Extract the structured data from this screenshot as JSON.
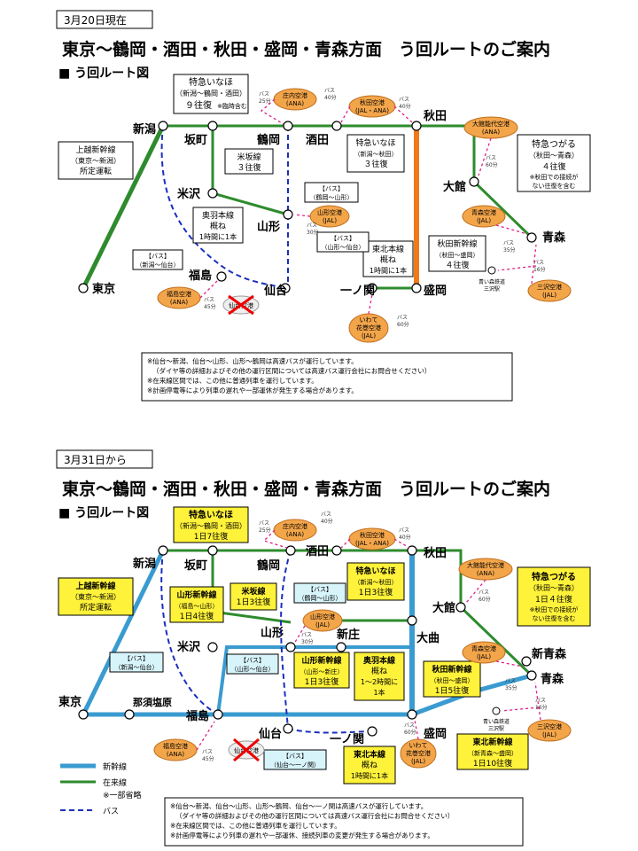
{
  "p1": {
    "date": "3月20日現在",
    "title": "東京～鶴岡・酒田・秋田・盛岡・青森方面　う回ルートのご案内",
    "subtitle": "■ う回ルート図",
    "stations": {
      "niigata": "新潟",
      "sakamachi": "坂町",
      "tsuruoka": "鶴岡",
      "sakata": "酒田",
      "akita": "秋田",
      "yonezawa": "米沢",
      "yamagata": "山形",
      "odate": "大館",
      "aomori": "青森",
      "tokyo": "東京",
      "fukushima": "福島",
      "sendai": "仙台",
      "ichinoseki": "一ノ関",
      "morioka": "盛岡"
    },
    "joetsu": [
      "上越新幹線",
      "（東京～新潟）",
      "所定運転"
    ],
    "inaho": [
      "特急いなほ",
      "（新潟～鶴岡・酒田）",
      "９往復",
      "※臨時含む"
    ],
    "inaho2": [
      "特急いなほ",
      "（新潟～秋田）",
      "３往復"
    ],
    "yonesaka": [
      "米坂線",
      "３往復"
    ],
    "ou": [
      "奥羽本線",
      "概ね",
      "1時間に1本"
    ],
    "tsugaru": [
      "特急つがる",
      "（秋田～青森）",
      "４往復",
      "※秋田での接続が",
      "ない往復を含む"
    ],
    "akitashin": [
      "秋田新幹線",
      "（秋田～盛岡）",
      "４往復"
    ],
    "tohoku": [
      "東北本線",
      "概ね",
      "1時間に1本"
    ],
    "bus_ty": [
      "【バス】",
      "（鶴岡～山形）"
    ],
    "bus_ys": [
      "【バス】",
      "（山形～仙台）"
    ],
    "bus_ns": [
      "【バス】",
      "（新潟～仙台）"
    ],
    "airports": {
      "shonai": [
        "庄内空港",
        "(ANA)"
      ],
      "akita": [
        "秋田空港",
        "(JAL・ANA)"
      ],
      "yamagata": [
        "山形空港",
        "(JAL)"
      ],
      "odatenoshiro": [
        "大館能代空港",
        "(ANA)"
      ],
      "aomori": [
        "青森空港",
        "(JAL)"
      ],
      "misawa": [
        "三沢空港",
        "(JAL)"
      ],
      "hanamaki": [
        "いわて",
        "花巻空港",
        "(JAL)"
      ],
      "fukushima": [
        "福島空港",
        "(ANA)"
      ],
      "sendai": [
        "仙台空港"
      ]
    },
    "bus_times": {
      "a": [
        "バス",
        "25分"
      ],
      "b": [
        "バス",
        "40分"
      ],
      "c": [
        "バス",
        "40分"
      ],
      "d": [
        "バス",
        "60分"
      ],
      "e": [
        "バス",
        "30分"
      ],
      "f": [
        "バス",
        "35分"
      ],
      "g": [
        "バス",
        "16分"
      ],
      "h": [
        "バス",
        "45分"
      ],
      "i": [
        "バス",
        "60分"
      ]
    },
    "misawa_stn": [
      "青い森鉄道",
      "三沢駅"
    ],
    "notes": [
      "※仙台～新潟、仙台～山形、山形～鶴岡は高速バスが運行しています。",
      "（ダイヤ等の詳細およびその他の運行区間については高速バス運行会社にお問合せください）",
      "※在来線区間では、この他に普通列車を運行しています。",
      "※計画停電等により列車の遅れや一部運休が発生する場合があります。"
    ]
  },
  "p2": {
    "date": "3月31日から",
    "title": "東京～鶴岡・酒田・秋田・盛岡・青森方面　う回ルートのご案内",
    "subtitle": "■ う回ルート図",
    "stations": {
      "niigata": "新潟",
      "sakamachi": "坂町",
      "tsuruoka": "鶴岡",
      "sakata": "酒田",
      "akita": "秋田",
      "yonezawa": "米沢",
      "yamagata": "山形",
      "shinjo": "新庄",
      "omagari": "大曲",
      "odate": "大館",
      "shinaomori": "新青森",
      "aomori": "青森",
      "tokyo": "東京",
      "nasushiobara": "那須塩原",
      "fukushima": "福島",
      "sendai": "仙台",
      "ichinoseki": "一ノ関",
      "morioka": "盛岡"
    },
    "joetsu": [
      "上越新幹線",
      "（東京～新潟）",
      "所定運転"
    ],
    "inaho": [
      "特急いなほ",
      "（新潟～鶴岡・酒田）",
      "1日7往復"
    ],
    "inaho2": [
      "特急いなほ",
      "（新潟～秋田）",
      "1日3往復"
    ],
    "yonesaka": [
      "米坂線",
      "1日3往復"
    ],
    "yamashin1": [
      "山形新幹線",
      "（福島～山形）",
      "1日4往復"
    ],
    "yamashin2": [
      "山形新幹線",
      "（山形～新庄）",
      "1日3往復"
    ],
    "ou": [
      "奥羽本線",
      "概ね",
      "1～2時間に",
      "1本"
    ],
    "tsugaru": [
      "特急つがる",
      "（秋田～青森）",
      "1日４往復",
      "※秋田での接続が",
      "ない往復を含む"
    ],
    "akitashin": [
      "秋田新幹線",
      "（秋田～盛岡）",
      "1日5往復"
    ],
    "tohokushin": [
      "東北新幹線",
      "（新青森～盛岡）",
      "1日10往復"
    ],
    "tohoku": [
      "東北本線",
      "概ね",
      "1時間に1本"
    ],
    "bus_ty": [
      "【バス】",
      "（鶴岡～山形）"
    ],
    "bus_ys": [
      "【バス】",
      "（山形～仙台）"
    ],
    "bus_ns": [
      "【バス】",
      "（新潟～仙台）"
    ],
    "bus_si": [
      "【バス】",
      "（仙台～一ノ関）"
    ],
    "airports": {
      "shonai": [
        "庄内空港",
        "(ANA)"
      ],
      "akita": [
        "秋田空港",
        "(JAL・ANA)"
      ],
      "yamagata": [
        "山形空港",
        "(JAL)"
      ],
      "odatenoshiro": [
        "大館能代空港",
        "(ANA)"
      ],
      "aomori": [
        "青森空港",
        "(JAL)"
      ],
      "misawa": [
        "三沢空港",
        "(JAL)"
      ],
      "hanamaki": [
        "いわて",
        "花巻空港",
        "(JAL)"
      ],
      "fukushima": [
        "福島空港",
        "(ANA)"
      ],
      "sendai": [
        "仙台空港"
      ]
    },
    "bus_times": {
      "a": [
        "バス",
        "25分"
      ],
      "b": [
        "バス",
        "40分"
      ],
      "c": [
        "バス",
        "40分"
      ],
      "d": [
        "バス",
        "60分"
      ],
      "e": [
        "バス",
        "30分"
      ],
      "f": [
        "バス",
        "35分"
      ],
      "g": [
        "バス",
        "16分"
      ],
      "h": [
        "バス",
        "45分"
      ],
      "i": [
        "バス",
        "60分"
      ]
    },
    "misawa_stn": [
      "青い森鉄道",
      "三沢駅"
    ],
    "legend": [
      "新幹線",
      "在来線",
      "※一部省略",
      "バス"
    ],
    "notes": [
      "※仙台～新潟、仙台～山形、山形～鶴岡、仙台～一ノ関は高速バスが運行しています。",
      "（ダイヤ等の詳細およびその他の運行区間については高速バス運行会社にお問合せください）",
      "※在来線区間では、この他に普通列車を運行しています。",
      "※計画停電等により列車の遅れや一部運休、接続列車の変更が発生する場合があります。"
    ]
  },
  "colors": {
    "shinkansen": "#3a9bd0",
    "zairai": "#2e8b2e",
    "akita_line": "#f07a1a",
    "bus": "#1a2fbf",
    "airport": "#f3a54a",
    "yellow": "#fff23a",
    "cyan": "#d8f4fb",
    "bus_arrow": "#e0208a"
  }
}
